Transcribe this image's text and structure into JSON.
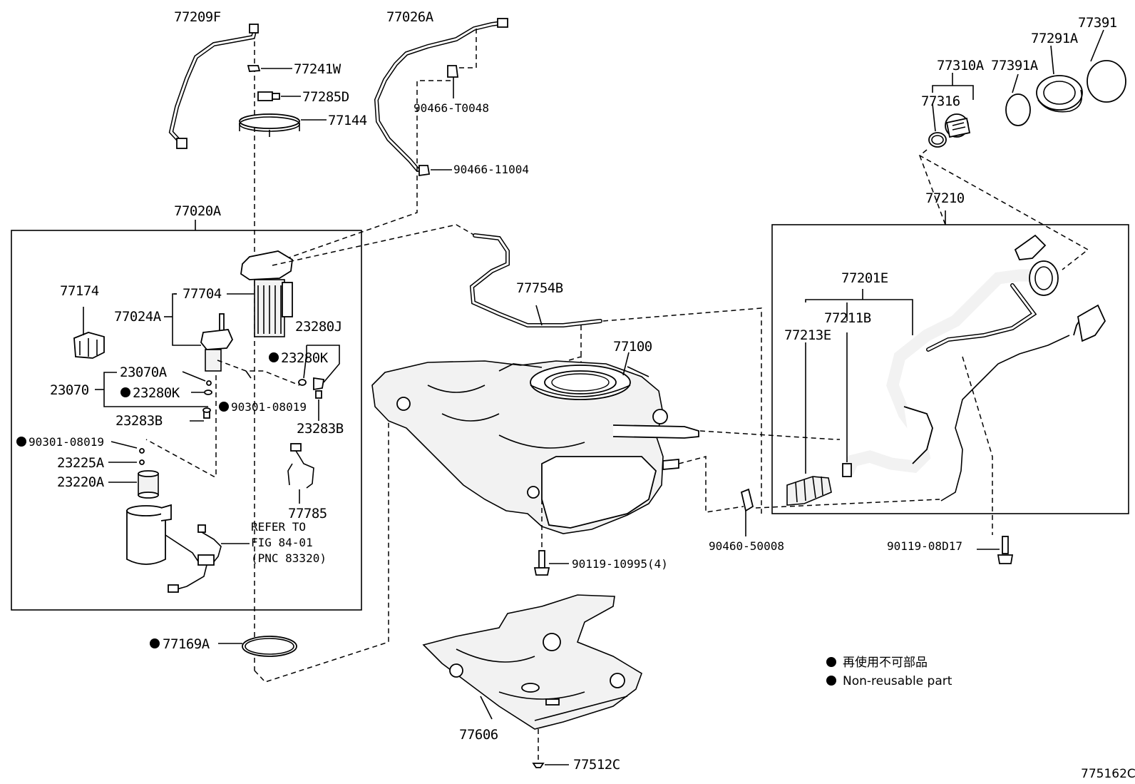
{
  "labels": {
    "p77209F": "77209F",
    "p77026A": "77026A",
    "p77241W": "77241W",
    "p77285D": "77285D",
    "p77144": "77144",
    "p90466T0048": "90466-T0048",
    "p9046611004": "90466-11004",
    "p77020A": "77020A",
    "p77174": "77174",
    "p77704": "77704",
    "p77024A": "77024A",
    "p23280J": "23280J",
    "p23280K_a": "23280K",
    "p23070A": "23070A",
    "p23070": "23070",
    "p23280K_b": "23280K",
    "p9030108019_a": "90301-08019",
    "p23283B_a": "23283B",
    "p23283B_b": "23283B",
    "p9030108019_b": "90301-08019",
    "p23225A": "23225A",
    "p23220A": "23220A",
    "p77785": "77785",
    "refer1": "REFER TO",
    "refer2": "FIG 84-01",
    "refer3": "(PNC 83320)",
    "p77169A": "77169A",
    "p77754B": "77754B",
    "p77100": "77100",
    "p9011910995": "90119-10995(4)",
    "p77606": "77606",
    "p77512C": "77512C",
    "p77391": "77391",
    "p77291A": "77291A",
    "p77310A": "77310A",
    "p77391A": "77391A",
    "p77316": "77316",
    "p77210": "77210",
    "p77201E": "77201E",
    "p77211B": "77211B",
    "p77213E": "77213E",
    "p9046050008": "90460-50008",
    "p9011908D17": "90119-08D17"
  },
  "legend": {
    "line1": "再使用不可部品",
    "line2": "Non-reusable part"
  },
  "figure_id": "775162C",
  "colors": {
    "ink": "#000000",
    "paper": "#ffffff"
  }
}
